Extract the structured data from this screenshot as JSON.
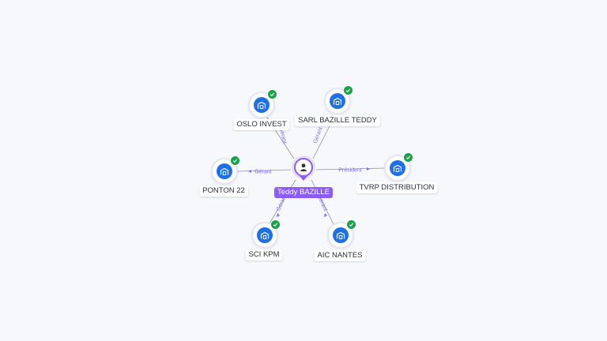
{
  "graph": {
    "center": {
      "name": "Teddy BAZILLE",
      "icon": "person-icon",
      "accent": "#8b5cf6"
    },
    "companies": [
      {
        "name": "OSLO INVEST",
        "role": "Gérant",
        "icon": "building-icon",
        "verified": true
      },
      {
        "name": "SARL BAZILLE TEDDY",
        "role": "Gérant",
        "icon": "building-icon",
        "verified": true
      },
      {
        "name": "PONTON 22",
        "role": "Gérant",
        "icon": "building-icon",
        "verified": true
      },
      {
        "name": "TVRP DISTRIBUTION",
        "role": "Président",
        "icon": "building-icon",
        "verified": true
      },
      {
        "name": "SCI KPM",
        "role": "Gérant",
        "icon": "building-icon",
        "verified": true
      },
      {
        "name": "AIC NANTES",
        "role": "Gérant",
        "icon": "building-icon",
        "verified": true
      }
    ],
    "colors": {
      "edge": "#8a8fa3",
      "edge_label": "#7c6cf0",
      "company_icon": "#1f6fe5",
      "verified": "#17a34a"
    }
  }
}
